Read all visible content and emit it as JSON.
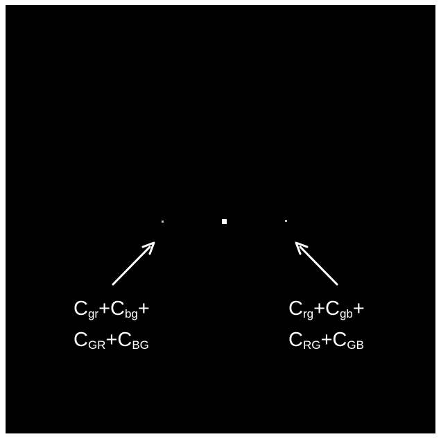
{
  "image": {
    "background_color": "#000000",
    "border_color": "#ffffff",
    "spot_color": "#ffffff"
  },
  "left_label": {
    "line1": {
      "t1_base": "C",
      "t1_sub": "gr",
      "op1": "+",
      "t2_base": "C",
      "t2_sub": "bg",
      "op2": "+"
    },
    "line2": {
      "t1_base": "C",
      "t1_sub": "GR",
      "op1": "+",
      "t2_base": "C",
      "t2_sub": "BG"
    }
  },
  "right_label": {
    "line1": {
      "t1_base": "C",
      "t1_sub": "rg",
      "op1": "+",
      "t2_base": "C",
      "t2_sub": "gb",
      "op2": "+"
    },
    "line2": {
      "t1_base": "C",
      "t1_sub": "RG",
      "op1": "+",
      "t2_base": "C",
      "t2_sub": "GB"
    }
  }
}
